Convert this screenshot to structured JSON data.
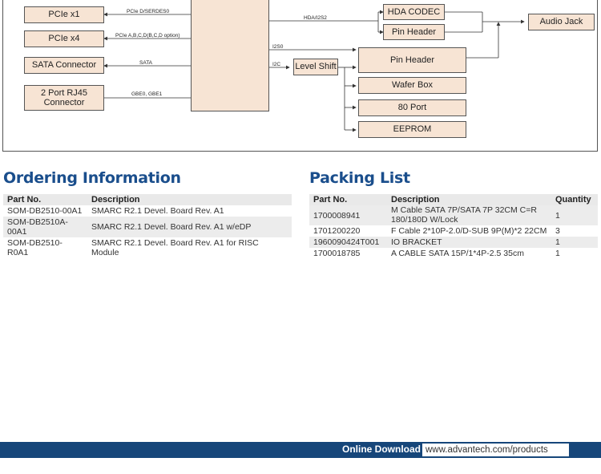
{
  "diagram": {
    "boxes": {
      "pcie_x1": "PCIe x1",
      "pcie_x4": "PCIe x4",
      "sata_connector": "SATA Connector",
      "rj45": "2 Port RJ45 Connector",
      "hda_codec": "HDA CODEC",
      "pin_header_1": "Pin Header",
      "audio_jack": "Audio Jack",
      "pin_header_2": "Pin Header",
      "level_shift": "Level Shift",
      "wafer_box": "Wafer Box",
      "port_80": "80 Port",
      "eeprom": "EEPROM"
    },
    "labels": {
      "pcie_d": "PCIe D/SERDES0",
      "pcie_abcd": "PCIe A,B,C,D(B,C,D option)",
      "sata": "SATA",
      "gbe": "GBE0, GBE1",
      "hda": "HDA/I2S2",
      "i2s0": "I2S0",
      "i2c": "I2C"
    }
  },
  "ordering": {
    "title": "Ordering Information",
    "headers": [
      "Part No.",
      "Description"
    ],
    "rows": [
      [
        "SOM-DB2510-00A1",
        "SMARC R2.1 Devel. Board Rev. A1"
      ],
      [
        "SOM-DB2510A-00A1",
        "SMARC R2.1 Devel. Board Rev. A1 w/eDP"
      ],
      [
        "SOM-DB2510-R0A1",
        "SMARC R2.1 Devel. Board Rev. A1 for RISC Module"
      ]
    ]
  },
  "packing": {
    "title": "Packing List",
    "headers": [
      "Part No.",
      "Description",
      "Quantity"
    ],
    "rows": [
      [
        "1700008941",
        "M Cable SATA 7P/SATA 7P 32CM C=R 180/180D W/Lock",
        "1"
      ],
      [
        "1701200220",
        "F Cable 2*10P-2.0/D-SUB 9P(M)*2 22CM",
        "3"
      ],
      [
        "1960090424T001",
        "IO BRACKET",
        "1"
      ],
      [
        "1700018785",
        "A CABLE SATA 15P/1*4P-2.5 35cm",
        "1"
      ]
    ]
  },
  "footer": {
    "label": "Online Download",
    "url": "www.advantech.com/products"
  },
  "colors": {
    "heading": "#1a4e8c",
    "box_fill": "#f7e4d4",
    "footer_bar": "#16467a"
  }
}
